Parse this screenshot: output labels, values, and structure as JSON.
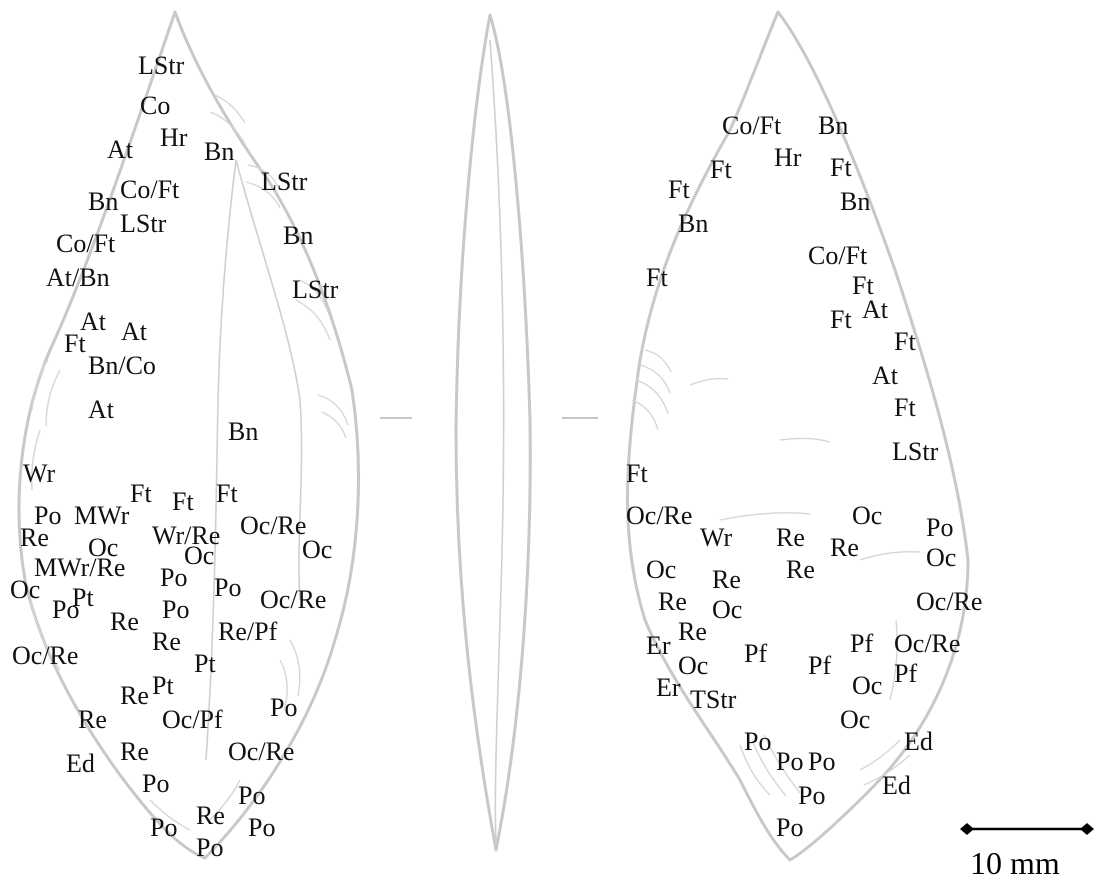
{
  "views": {
    "left": {
      "labels": [
        "LStr",
        "Co",
        "Hr",
        "At",
        "Bn",
        "Co/Ft",
        "Bn",
        "LStr",
        "LStr",
        "Bn",
        "Co/Ft",
        "At/Bn",
        "LStr",
        "At",
        "At",
        "Ft",
        "Bn/Co",
        "At",
        "Bn",
        "Wr",
        "Ft",
        "Ft",
        "Ft",
        "Po",
        "MWr",
        "Wr/Re",
        "Oc/Re",
        "Re",
        "Oc",
        "Oc",
        "Oc",
        "MWr/Re",
        "Po",
        "Po",
        "Oc/Re",
        "Oc",
        "Pt",
        "Po",
        "Po",
        "Re",
        "Re",
        "Re/Pf",
        "Oc/Re",
        "Pt",
        "Pt",
        "Re",
        "Po",
        "Re",
        "Oc/Pf",
        "Ed",
        "Re",
        "Oc/Re",
        "Po",
        "Po",
        "Po",
        "Re",
        "Po",
        "Po"
      ]
    },
    "right": {
      "labels": [
        "Co/Ft",
        "Bn",
        "Hr",
        "Ft",
        "Ft",
        "Ft",
        "Bn",
        "Bn",
        "Co/Ft",
        "Ft",
        "Ft",
        "At",
        "Ft",
        "Ft",
        "At",
        "Ft",
        "LStr",
        "Ft",
        "Oc/Re",
        "Wr",
        "Re",
        "Oc",
        "Po",
        "Re",
        "Re",
        "Oc",
        "Oc",
        "Re",
        "Oc/Re",
        "Re",
        "Oc",
        "Pf",
        "Pf",
        "Oc/Re",
        "Er",
        "Re",
        "Pf",
        "Oc",
        "Er",
        "Oc",
        "Pf",
        "TStr",
        "Oc",
        "Ed",
        "Po",
        "Po",
        "Po",
        "Ed",
        "Po",
        "Po"
      ]
    }
  },
  "scale_bar": {
    "label": "10 mm"
  }
}
